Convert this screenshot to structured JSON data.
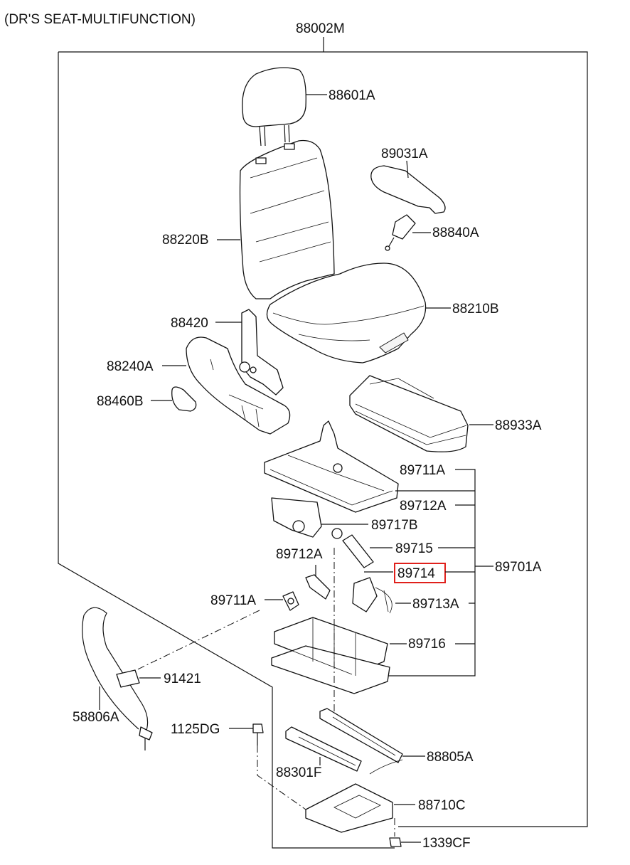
{
  "header": {
    "title": "(DR'S SEAT-MULTIFUNCTION)"
  },
  "assembly": {
    "label": "88002M"
  },
  "parts": {
    "headrest": "88601A",
    "armrest": "89031A",
    "seatback": "88220B",
    "buckle": "88840A",
    "cushion": "88210B",
    "recliner": "88420",
    "side_shield": "88240A",
    "knob": "88460B",
    "pan": "88933A",
    "frame_upper": "89711A",
    "link_upper": "89712A",
    "motor": "89717B",
    "damper": "89715",
    "selected": "89714",
    "frame_asm": "89701A",
    "link_lower": "89712A",
    "bracket": "89711A",
    "lever": "89713A",
    "base_frame": "89716",
    "label_tag": "91421",
    "cable": "58806A",
    "bolt": "1125DG",
    "rail_right": "88805A",
    "rail_left": "88301F",
    "mount_plate": "88710C",
    "nut": "1339CF"
  },
  "colors": {
    "highlight": "#e0201b",
    "line": "#111111"
  }
}
